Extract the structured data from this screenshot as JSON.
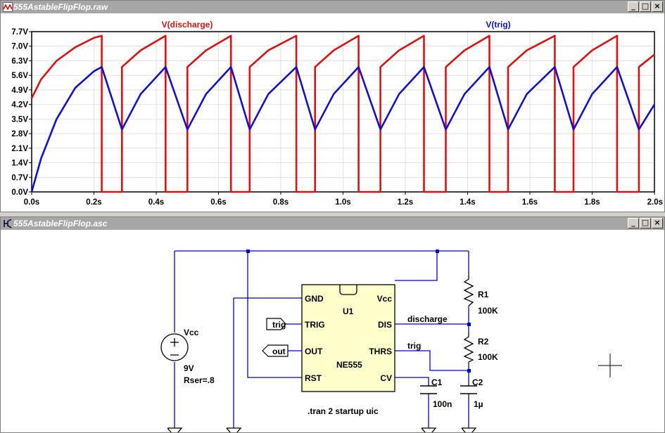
{
  "waveform_window": {
    "title": "555AstableFlipFlop.raw",
    "buttons": {
      "minimize": "_",
      "restore": "□",
      "close": "×"
    }
  },
  "schematic_window": {
    "title": "555AstableFlipFlop.asc",
    "buttons": {
      "minimize": "_",
      "restore": "□",
      "close": "×"
    }
  },
  "colors": {
    "discharge": "#dd1111",
    "trig": "#1111cc",
    "wire": "#0000cc",
    "chip_fill": "#ffffcc"
  },
  "chart_data": {
    "type": "line",
    "x_unit": "s",
    "y_unit": "V",
    "xlim": [
      0,
      2.0
    ],
    "ylim": [
      0,
      7.7
    ],
    "x_ticks": [
      "0.0s",
      "0.2s",
      "0.4s",
      "0.6s",
      "0.8s",
      "1.0s",
      "1.2s",
      "1.4s",
      "1.6s",
      "1.8s",
      "2.0s"
    ],
    "y_ticks": [
      "0.0V",
      "0.7V",
      "1.4V",
      "2.1V",
      "2.8V",
      "3.5V",
      "4.2V",
      "4.9V",
      "5.6V",
      "6.3V",
      "7.0V",
      "7.7V"
    ],
    "series": [
      {
        "name": "V(discharge)",
        "color": "#dd1111",
        "x": [
          0.0,
          0.03,
          0.08,
          0.14,
          0.2,
          0.225,
          0.225,
          0.29,
          0.29,
          0.35,
          0.43,
          0.43,
          0.5,
          0.5,
          0.56,
          0.64,
          0.64,
          0.7,
          0.7,
          0.76,
          0.85,
          0.85,
          0.91,
          0.91,
          0.97,
          1.05,
          1.05,
          1.12,
          1.12,
          1.18,
          1.26,
          1.26,
          1.33,
          1.33,
          1.39,
          1.47,
          1.47,
          1.53,
          1.53,
          1.59,
          1.68,
          1.68,
          1.74,
          1.74,
          1.8,
          1.88,
          1.88,
          1.95,
          1.95,
          2.0
        ],
        "y": [
          4.5,
          5.4,
          6.3,
          6.95,
          7.4,
          7.5,
          0,
          0,
          6.0,
          6.8,
          7.5,
          0,
          0,
          6.0,
          6.8,
          7.5,
          0,
          0,
          6.0,
          6.8,
          7.5,
          0,
          0,
          6.0,
          6.8,
          7.5,
          0,
          0,
          6.0,
          6.8,
          7.5,
          0,
          0,
          6.0,
          6.8,
          7.5,
          0,
          0,
          6.0,
          6.8,
          7.5,
          0,
          0,
          6.0,
          6.8,
          7.5,
          0,
          0,
          6.0,
          6.6
        ]
      },
      {
        "name": "V(trig)",
        "color": "#1111cc",
        "x": [
          0.0,
          0.03,
          0.08,
          0.14,
          0.2,
          0.225,
          0.29,
          0.35,
          0.43,
          0.5,
          0.56,
          0.64,
          0.7,
          0.76,
          0.85,
          0.91,
          0.97,
          1.05,
          1.12,
          1.18,
          1.26,
          1.33,
          1.39,
          1.47,
          1.53,
          1.59,
          1.68,
          1.74,
          1.8,
          1.88,
          1.95,
          2.0
        ],
        "y": [
          0.0,
          1.6,
          3.5,
          5.0,
          5.8,
          6.0,
          3.0,
          4.7,
          6.0,
          3.0,
          4.7,
          6.0,
          3.0,
          4.7,
          6.0,
          3.0,
          4.7,
          6.0,
          3.0,
          4.7,
          6.0,
          3.0,
          4.7,
          6.0,
          3.0,
          4.7,
          6.0,
          3.0,
          4.7,
          6.0,
          3.0,
          4.2
        ]
      }
    ]
  },
  "schematic": {
    "vcc_name": "Vcc",
    "vcc_value": "9V",
    "vcc_rser": "Rser=.8",
    "chip_ref": "U1",
    "chip_part": "NE555",
    "pins": {
      "gnd": "GND",
      "trig": "TRIG",
      "out": "OUT",
      "rst": "RST",
      "vcc": "Vcc",
      "dis": "DIS",
      "thrs": "THRS",
      "cv": "CV"
    },
    "port_trig": "trig",
    "port_out": "out",
    "net_discharge": "discharge",
    "net_trig": "trig",
    "r1_name": "R1",
    "r1_value": "100K",
    "r2_name": "R2",
    "r2_value": "100K",
    "c1_name": "C1",
    "c1_value": "100n",
    "c2_name": "C2",
    "c2_value": "1µ",
    "directive": ".tran 2 startup uic"
  }
}
